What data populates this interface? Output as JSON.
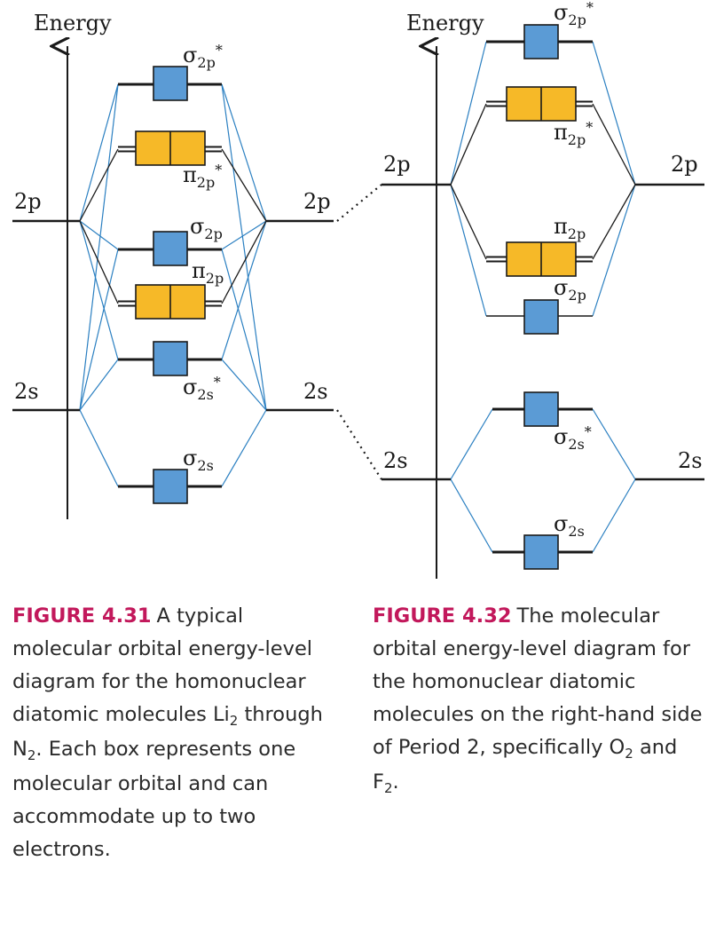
{
  "colors": {
    "box_blue": "#5b9bd5",
    "box_yellow": "#f6b928",
    "line_blue": "#2a7fc1",
    "caption_accent": "#c2185b"
  },
  "fig31": {
    "axis_label": "Energy",
    "atomic_levels": {
      "p": "2p",
      "s": "2s"
    },
    "orbitals": {
      "sigma2p_star": {
        "symbol": "σ",
        "sub": "2p",
        "sup": "*"
      },
      "pi2p_star": {
        "symbol": "π",
        "sub": "2p",
        "sup": "*"
      },
      "sigma2p": {
        "symbol": "σ",
        "sub": "2p",
        "sup": ""
      },
      "pi2p": {
        "symbol": "π",
        "sub": "2p",
        "sup": ""
      },
      "sigma2s_star": {
        "symbol": "σ",
        "sub": "2s",
        "sup": "*"
      },
      "sigma2s": {
        "symbol": "σ",
        "sub": "2s",
        "sup": ""
      }
    }
  },
  "fig32": {
    "axis_label": "Energy",
    "atomic_levels": {
      "p": "2p",
      "s": "2s"
    },
    "orbitals": {
      "sigma2p_star": {
        "symbol": "σ",
        "sub": "2p",
        "sup": "*"
      },
      "pi2p_star": {
        "symbol": "π",
        "sub": "2p",
        "sup": "*"
      },
      "pi2p": {
        "symbol": "π",
        "sub": "2p",
        "sup": ""
      },
      "sigma2p": {
        "symbol": "σ",
        "sub": "2p",
        "sup": ""
      },
      "sigma2s_star": {
        "symbol": "σ",
        "sub": "2s",
        "sup": "*"
      },
      "sigma2s": {
        "symbol": "σ",
        "sub": "2s",
        "sup": ""
      }
    }
  },
  "captions": {
    "fig31": {
      "label": "FIGURE 4.31",
      "text_a": "A typical molecular orbital energy-level diagram for the homonuclear diatomic molecules Li",
      "sub_a": "2",
      "text_b": " through N",
      "sub_b": "2",
      "text_c": ". Each box represents one molecular orbital and can accommodate up to two electrons."
    },
    "fig32": {
      "label": "FIGURE 4.32",
      "text_a": "The molecular orbital energy-level diagram for the homonuclear diatomic molecules on the right-hand side of Period 2, specifically O",
      "sub_a": "2",
      "text_b": " and F",
      "sub_b": "2",
      "text_c": "."
    }
  }
}
